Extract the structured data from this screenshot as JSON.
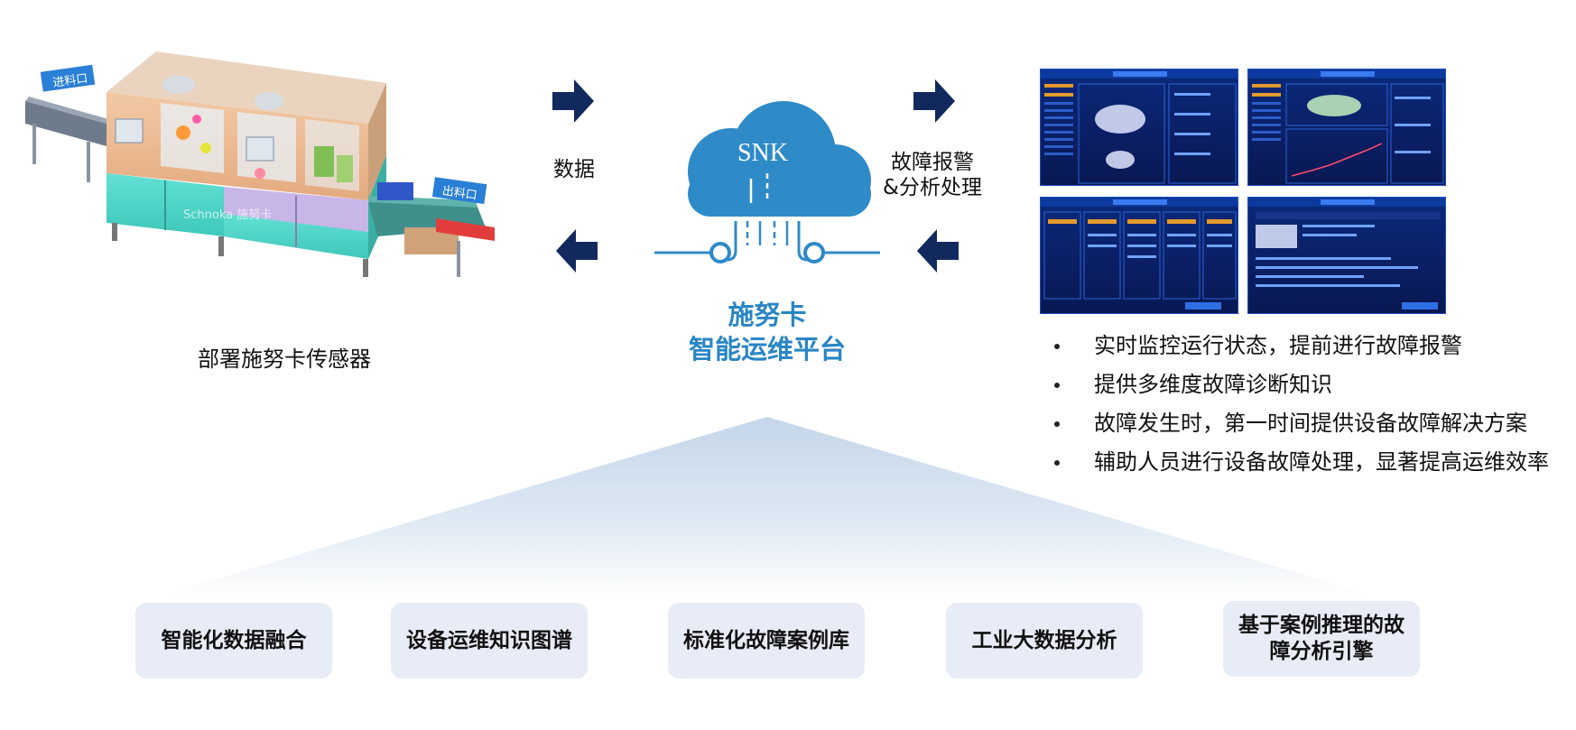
{
  "machine": {
    "caption": "部署施努卡传感器",
    "entry_tag": "进料口",
    "exit_tag": "出料口",
    "watermark": "Schnoka 施努卡"
  },
  "flow": {
    "left_label": "数据",
    "right_label_line1": "故障报警",
    "right_label_line2": "&分析处理"
  },
  "platform": {
    "cloud_text": "SNK",
    "title_line1": "施努卡",
    "title_line2": "智能运维平台"
  },
  "capabilities": [
    "实时监控运行状态，提前进行故障报警",
    "提供多维度故障诊断知识",
    "故障发生时，第一时间提供设备故障解决方案",
    "辅助人员进行设备故障处理，显著提高运维效率"
  ],
  "foundations": [
    "智能化数据融合",
    "设备运维知识图谱",
    "标准化故障案例库",
    "工业大数据分析",
    "基于案例推理的故障分析引擎"
  ],
  "colors": {
    "arrow": "#12295e",
    "cloud": "#2f8ac8",
    "title": "#2a86c4",
    "feature_bg": "#e8ecf6",
    "screen_bg": "#0b1f66"
  }
}
